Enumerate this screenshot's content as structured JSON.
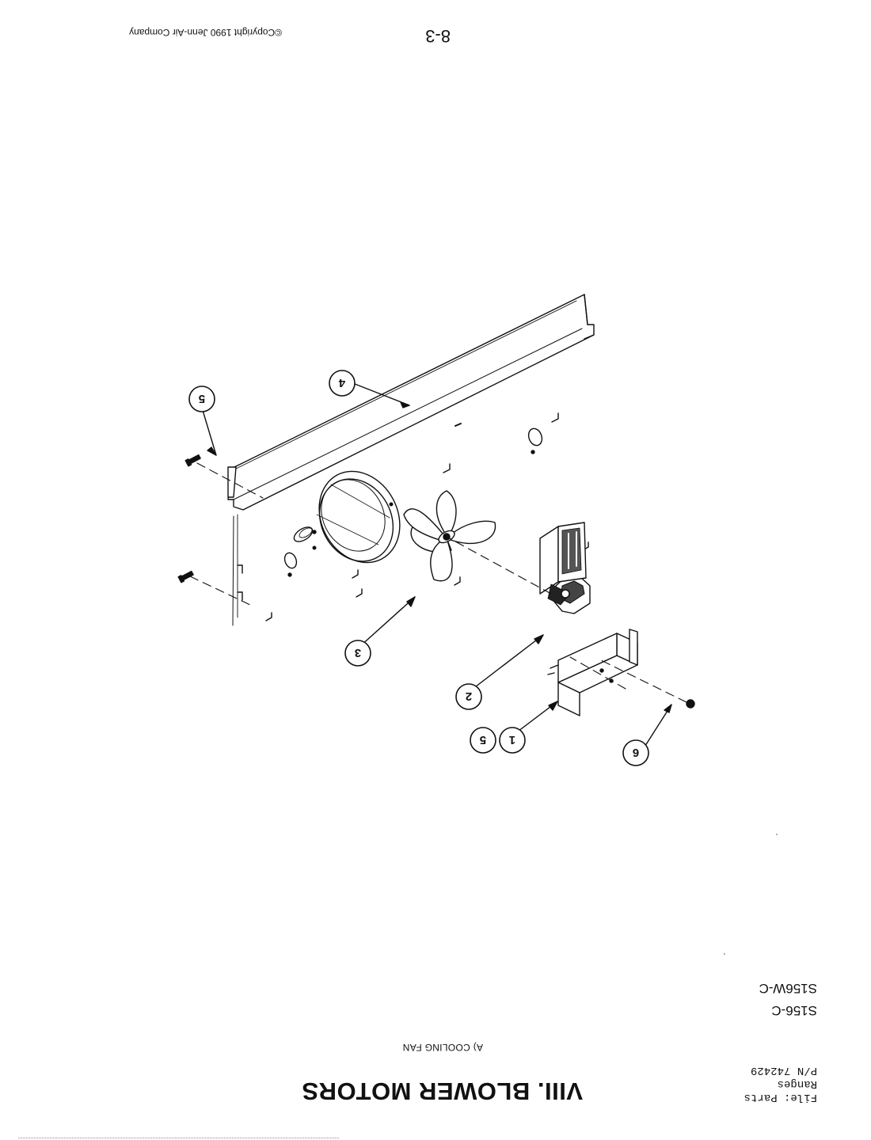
{
  "header": {
    "file_line1": "File: Parts",
    "file_line2": "Ranges",
    "file_line3": "P/N 742429",
    "title": "VIII. BLOWER MOTORS",
    "subtitle": "A) COOLING FAN"
  },
  "models": [
    "S156-C",
    "S156W-C"
  ],
  "footer": {
    "page_number": "8-3",
    "copyright": "©Copyright 1990 Jenn-Air Company"
  },
  "callouts": [
    {
      "id": "c1",
      "label": "1"
    },
    {
      "id": "c5b",
      "label": "5"
    },
    {
      "id": "c2",
      "label": "2"
    },
    {
      "id": "c3",
      "label": "3"
    },
    {
      "id": "c4",
      "label": "4"
    },
    {
      "id": "c5a",
      "label": "5"
    },
    {
      "id": "c6",
      "label": "6"
    }
  ],
  "orientation": "rotated 180 degrees"
}
